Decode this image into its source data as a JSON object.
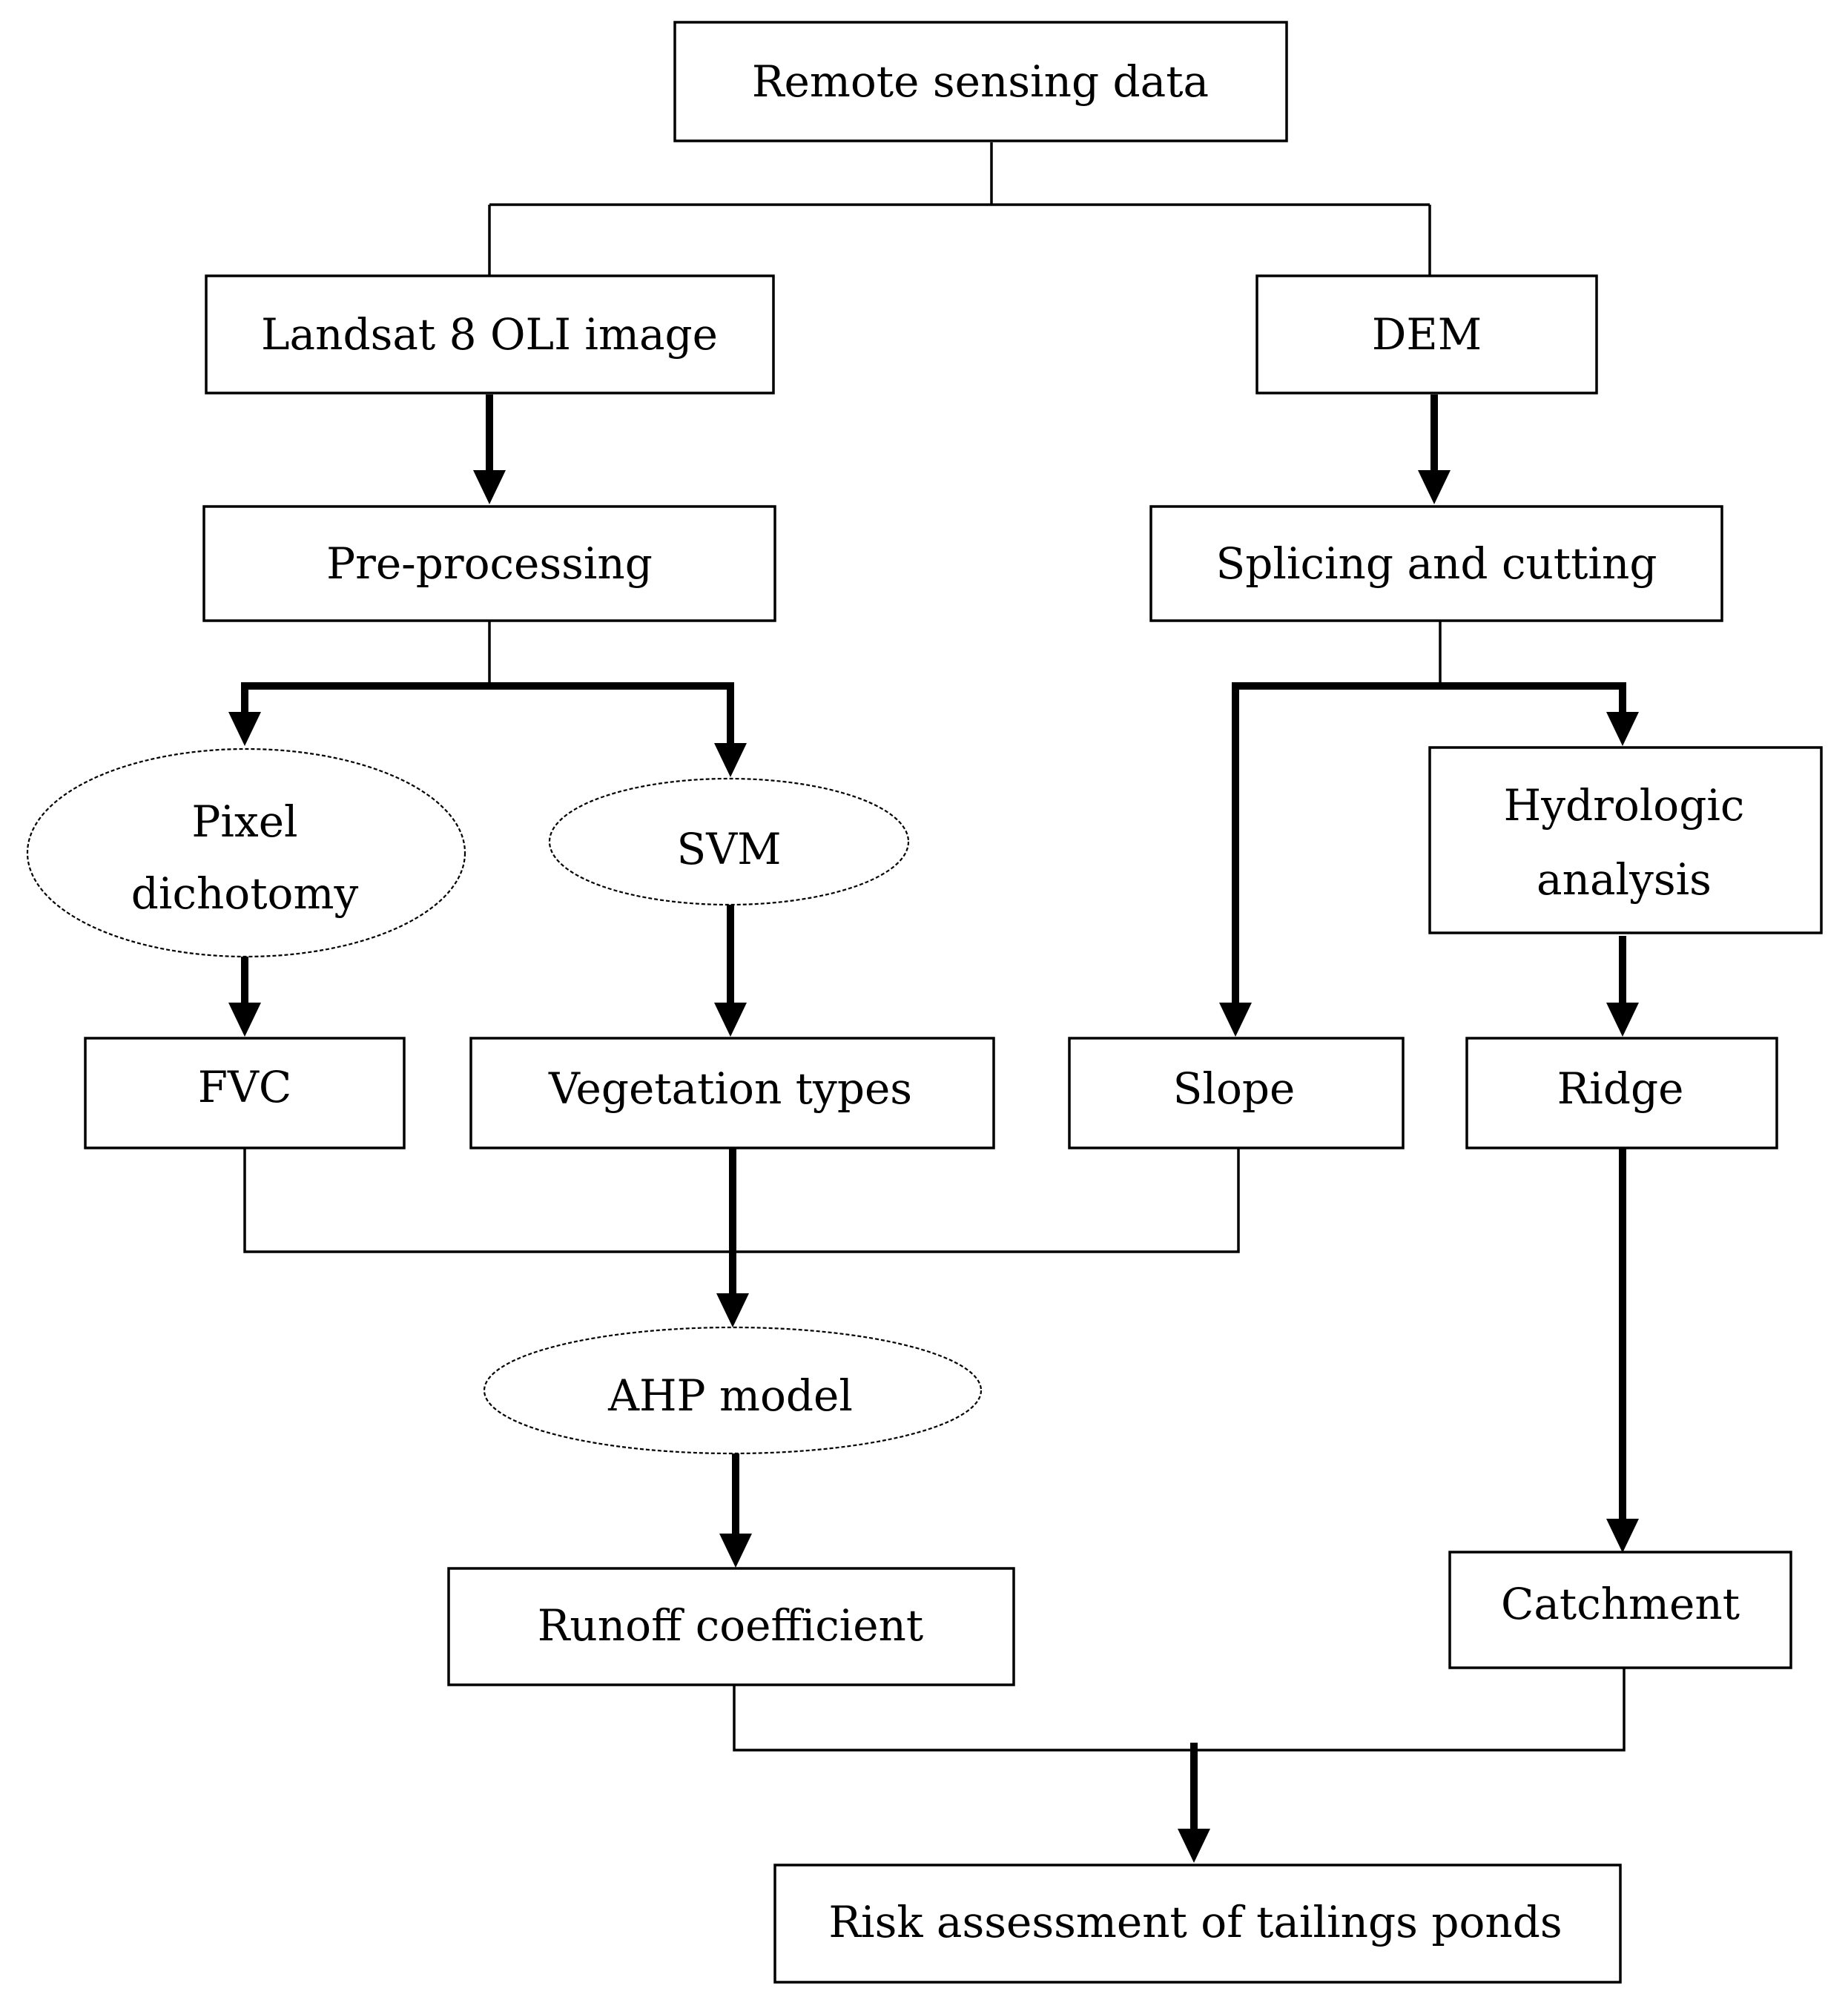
{
  "nodes": {
    "remote_sensing": "Remote sensing data",
    "landsat": "Landsat 8 OLI image",
    "dem": "DEM",
    "preprocessing": "Pre-processing",
    "splicing": "Splicing and cutting",
    "pixel_dichotomy": [
      "Pixel",
      "dichotomy"
    ],
    "svm": "SVM",
    "hydrologic": [
      "Hydrologic",
      "analysis"
    ],
    "fvc": "FVC",
    "vegetation": "Vegetation types",
    "slope": "Slope",
    "ridge": "Ridge",
    "ahp": "AHP model",
    "runoff": "Runoff coefficient",
    "catchment": "Catchment",
    "risk": "Risk assessment of tailings ponds"
  }
}
